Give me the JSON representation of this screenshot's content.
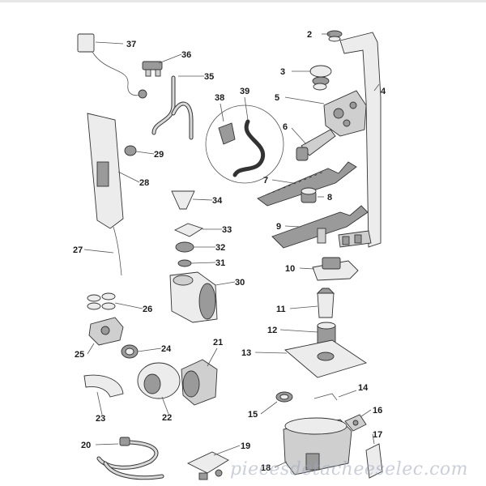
{
  "labels": [
    "2",
    "3",
    "4",
    "5",
    "6",
    "7",
    "8",
    "9",
    "10",
    "11",
    "12",
    "13",
    "14",
    "15",
    "16",
    "17",
    "18",
    "19",
    "20",
    "21",
    "22",
    "23",
    "24",
    "25",
    "26",
    "27",
    "28",
    "29",
    "30",
    "31",
    "32",
    "33",
    "34",
    "35",
    "36",
    "37",
    "38",
    "39"
  ],
  "watermark": "piecesdetacheeselec.com"
}
